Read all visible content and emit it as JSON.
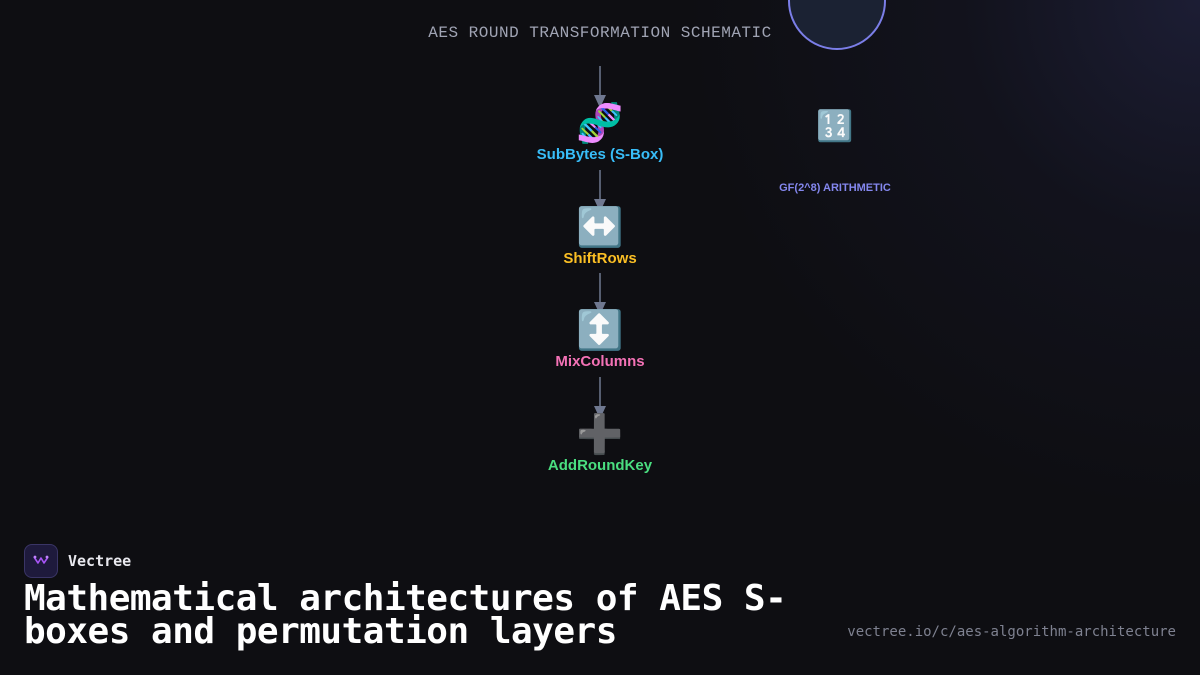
{
  "diagram": {
    "title": "AES ROUND TRANSFORMATION SCHEMATIC",
    "steps": [
      {
        "icon": "🧬",
        "icon_name": "dna-icon",
        "label": "SubBytes (S-Box)",
        "color": "#38bdf8"
      },
      {
        "icon": "↔️",
        "icon_name": "left-right-arrow-icon",
        "label": "ShiftRows",
        "color": "#fbbf24"
      },
      {
        "icon": "↕️",
        "icon_name": "up-down-arrow-icon",
        "label": "MixColumns",
        "color": "#f472b6"
      },
      {
        "icon": "➕",
        "icon_name": "plus-icon",
        "label": "AddRoundKey",
        "color": "#4ade80"
      }
    ],
    "side_node": {
      "icon": "🔢",
      "icon_name": "numbers-icon",
      "label": "GF(2^8) ARITHMETIC",
      "color": "#8487ee"
    },
    "arrow_color": "#6f7890"
  },
  "footer": {
    "brand_name": "Vectree",
    "headline": "Mathematical architectures of AES S-boxes and permutation layers",
    "url": "vectree.io/c/aes-algorithm-architecture"
  }
}
